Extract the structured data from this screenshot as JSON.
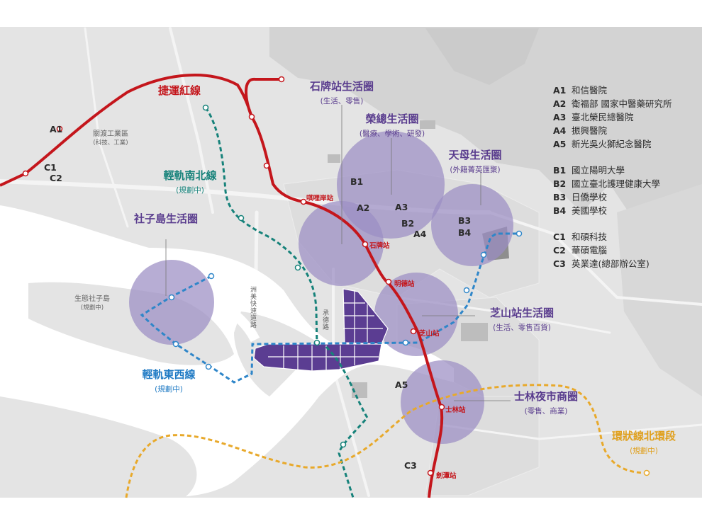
{
  "legend": {
    "hospitals": [
      {
        "code": "A1",
        "name": "和信醫院"
      },
      {
        "code": "A2",
        "name": "衛福部 國家中醫藥研究所"
      },
      {
        "code": "A3",
        "name": "臺北榮民總醫院"
      },
      {
        "code": "A4",
        "name": "振興醫院"
      },
      {
        "code": "A5",
        "name": "新光吳火獅紀念醫院"
      }
    ],
    "schools": [
      {
        "code": "B1",
        "name": "國立陽明大學"
      },
      {
        "code": "B2",
        "name": "國立臺北護理健康大學"
      },
      {
        "code": "B3",
        "name": "日僑學校"
      },
      {
        "code": "B4",
        "name": "美國學校"
      }
    ],
    "companies": [
      {
        "code": "C1",
        "name": "和碩科技"
      },
      {
        "code": "C2",
        "name": "華碩電腦"
      },
      {
        "code": "C3",
        "name": "英業達(總部辦公室)"
      }
    ]
  },
  "zones": {
    "shipai": {
      "title": "石牌站生活圈",
      "sub": "(生活、零售)"
    },
    "rongzong": {
      "title": "榮總生活圈",
      "sub": "(醫療、學術、研發)"
    },
    "tianmu": {
      "title": "天母生活圈",
      "sub": "(外籍菁英匯聚)"
    },
    "shezi": {
      "title": "社子島生活圈",
      "sub": ""
    },
    "zhishan": {
      "title": "芝山站生活圈",
      "sub": "(生活、零售百貨)"
    },
    "shilin_market": {
      "title": "士林夜市商圈",
      "sub": "(零售、商業)"
    }
  },
  "lines": {
    "red": {
      "title": "捷運紅線"
    },
    "teal": {
      "title": "輕軌南北線",
      "sub": "(規劃中)"
    },
    "blue": {
      "title": "輕軌東西線",
      "sub": "(規劃中)"
    },
    "orange": {
      "title": "環狀線北環段",
      "sub": "(規劃中)"
    }
  },
  "stations": {
    "qilian": "唭哩岸站",
    "shipai": "石牌站",
    "mingde": "明德站",
    "zhishan": "芝山站",
    "shilin": "士林站",
    "jiantan": "劍潭站"
  },
  "areas": {
    "guandu": {
      "name": "關渡工業區",
      "sub": "(科技、工業)"
    },
    "shezi_island": {
      "name": "生態社子島",
      "sub": "(規劃中)"
    }
  },
  "roads": {
    "chengde": "承德路",
    "zhoumei": "洲美快速道路"
  },
  "points": {
    "A1": "A1",
    "A2": "A2",
    "A3": "A3",
    "A4": "A4",
    "A5": "A5",
    "B1": "B1",
    "B2": "B2",
    "B3": "B3",
    "B4": "B4",
    "C1": "C1",
    "C2": "C2",
    "C3": "C3"
  },
  "colors": {
    "red_line": "#c4161c",
    "teal_line": "#16827a",
    "blue_line": "#2f86c9",
    "orange_line": "#e8a92b",
    "zone_fill": "#9b8ec4",
    "dev_fill": "#5b3d92",
    "river": "#ffffff",
    "land": "#e3e3e3",
    "mountain": "#d4d4d4"
  }
}
